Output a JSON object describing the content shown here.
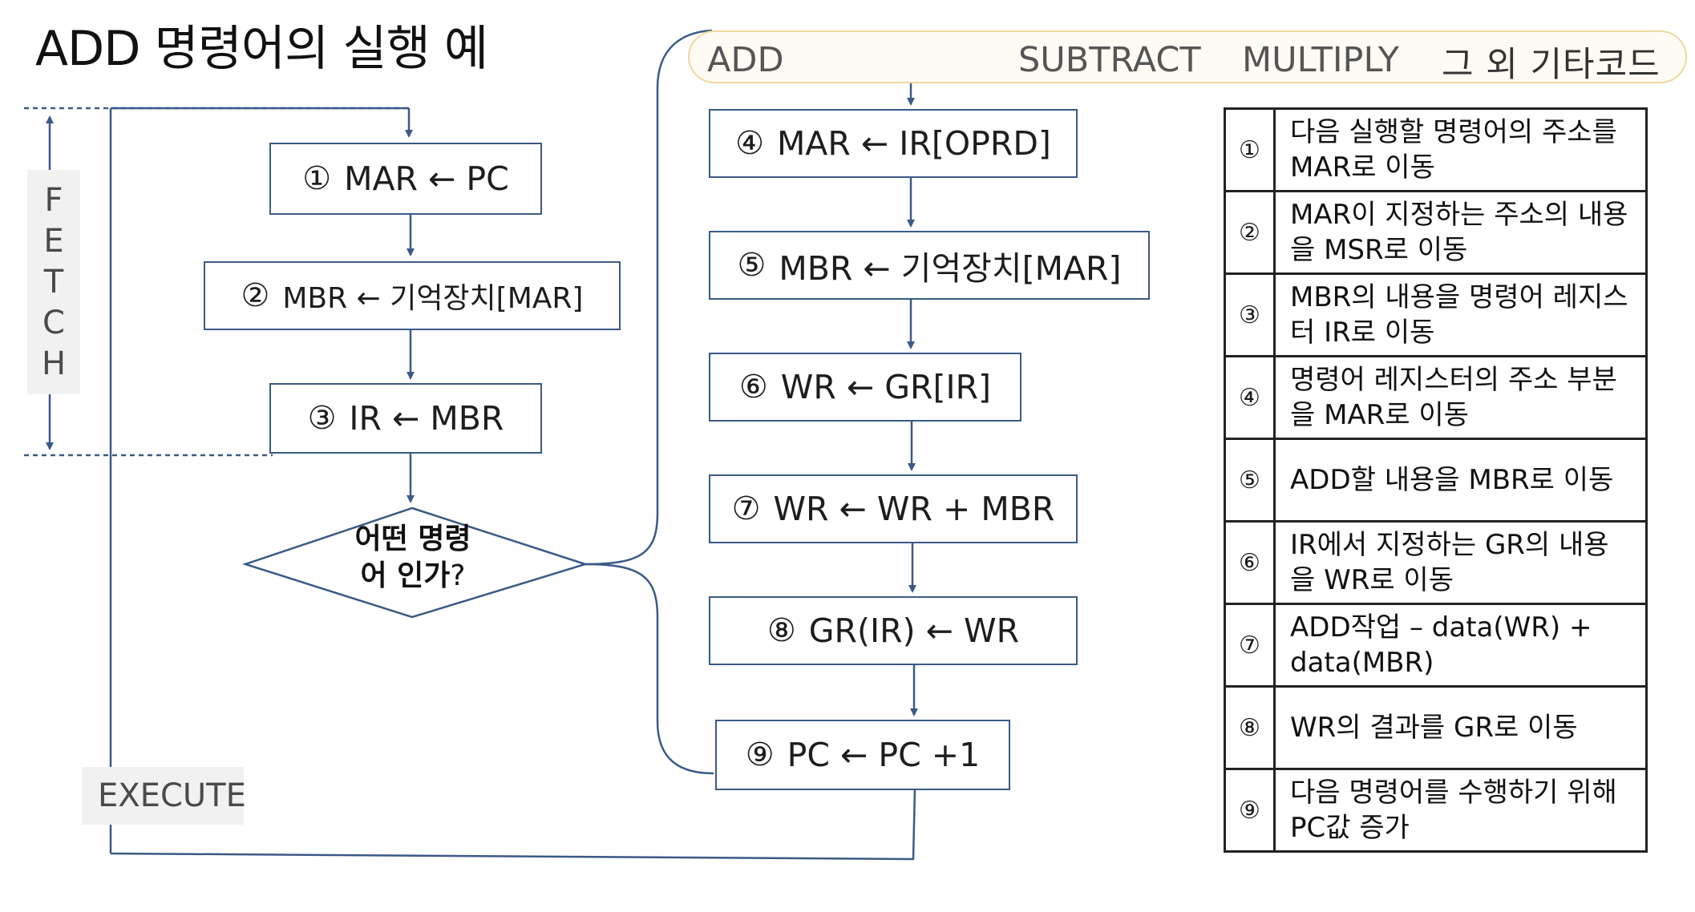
{
  "title": "ADD 명령어의 실행 예",
  "phases": {
    "fetch_letters": [
      "F",
      "E",
      "T",
      "C",
      "H"
    ],
    "execute": "EXECUTE"
  },
  "opcodes": {
    "add": "ADD",
    "subtract": "SUBTRACT",
    "multiply": "MULTIPLY",
    "others": "그 외 기타코드"
  },
  "fetch_steps": [
    {
      "num": "①",
      "text": "MAR ← PC"
    },
    {
      "num": "②",
      "text": "MBR ← 기억장치[MAR]"
    },
    {
      "num": "③",
      "text": "IR ← MBR"
    }
  ],
  "decision": {
    "line1": "어떤 명령",
    "line2": "어 인가",
    "q": "?"
  },
  "execute_steps": [
    {
      "num": "④",
      "text": "MAR ← IR[OPRD]"
    },
    {
      "num": "⑤",
      "text": "MBR ← 기억장치[MAR]"
    },
    {
      "num": "⑥",
      "text": "WR ← GR[IR]"
    },
    {
      "num": "⑦",
      "text": "WR ← WR + MBR"
    },
    {
      "num": "⑧",
      "text": "GR(IR) ← WR"
    },
    {
      "num": "⑨",
      "text": "PC ← PC +1"
    }
  ],
  "legend": [
    {
      "num": "①",
      "desc": "다음 실행할 명령어의 주소를 MAR로 이동"
    },
    {
      "num": "②",
      "desc": "MAR이 지정하는 주소의 내용을 MSR로 이동"
    },
    {
      "num": "③",
      "desc": "MBR의 내용을 명령어 레지스터 IR로 이동"
    },
    {
      "num": "④",
      "desc": "명령어 레지스터의 주소 부분을 MAR로 이동"
    },
    {
      "num": "⑤",
      "desc": "ADD할 내용을 MBR로 이동"
    },
    {
      "num": "⑥",
      "desc": "IR에서 지정하는 GR의 내용을 WR로 이동"
    },
    {
      "num": "⑦",
      "desc": "ADD작업 – data(WR) + data(MBR)"
    },
    {
      "num": "⑧",
      "desc": "WR의 결과를 GR로 이동"
    },
    {
      "num": "⑨",
      "desc": "다음 명령어를 수행하기 위해 PC값 증가"
    }
  ],
  "colors": {
    "line": "#3b5a86",
    "banner_border": "#f0d8a0",
    "phase_bg": "#f1f1f1"
  }
}
